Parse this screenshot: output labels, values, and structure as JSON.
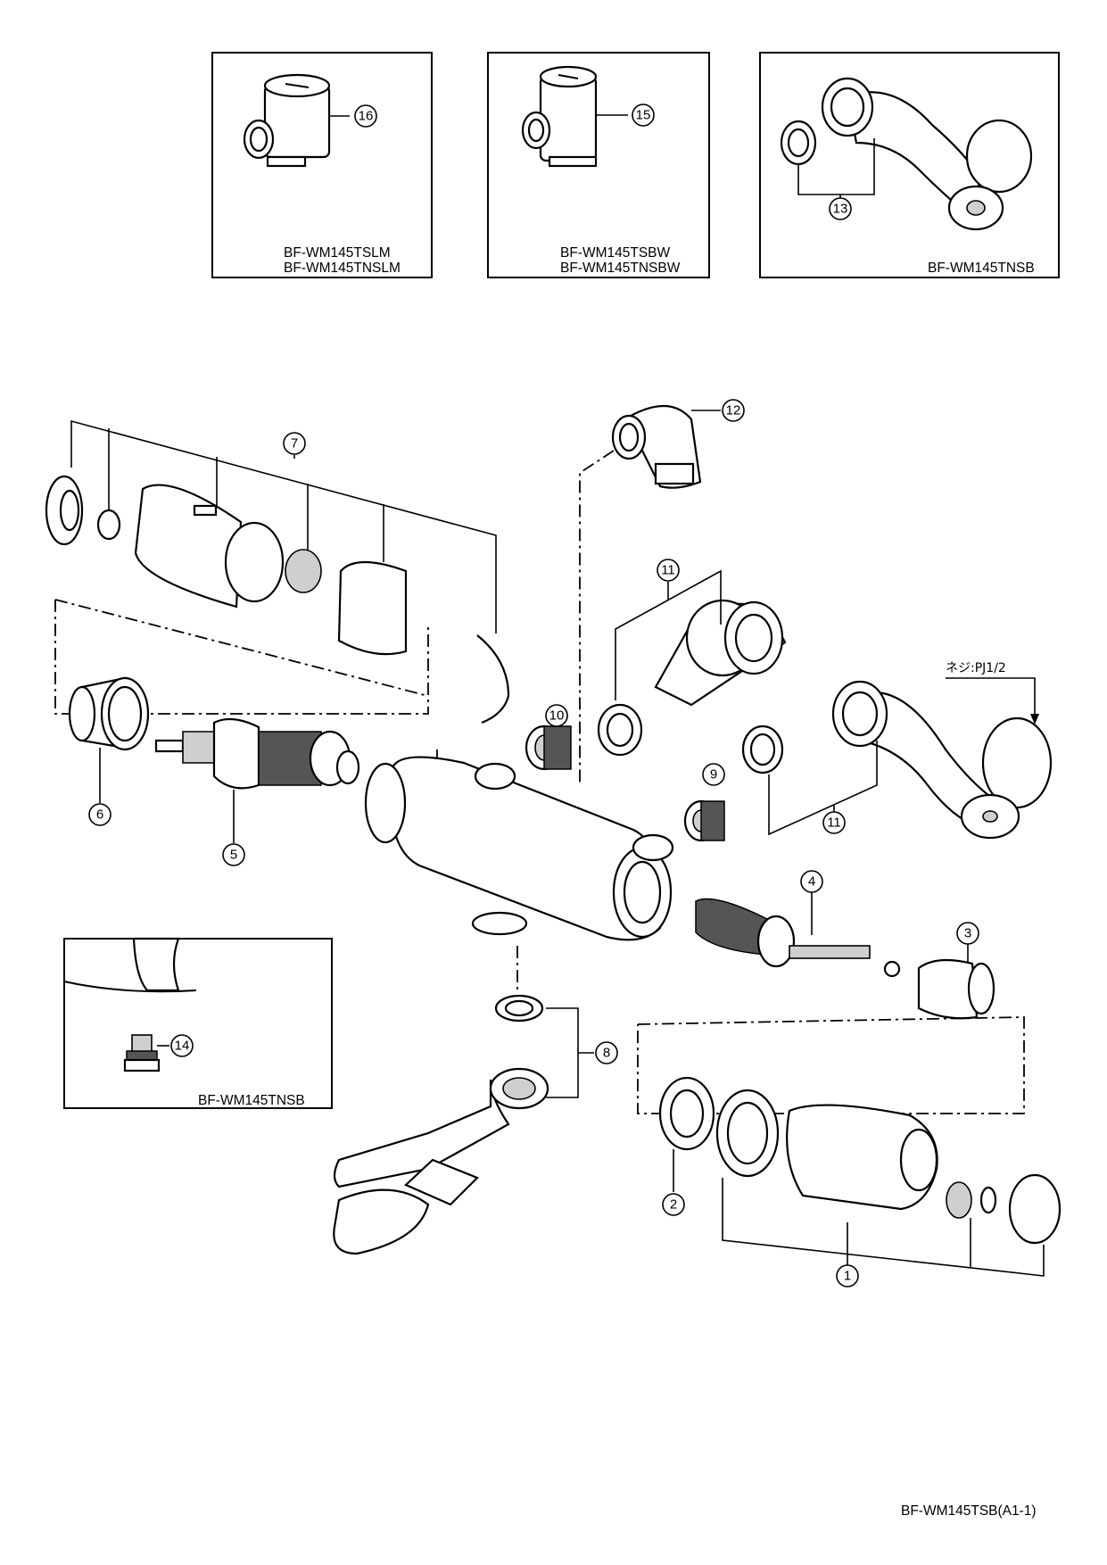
{
  "insets": [
    {
      "id": "inset-a",
      "callout": "16",
      "labels": [
        "BF-WM145TSLM",
        "BF-WM145TNSLM"
      ]
    },
    {
      "id": "inset-b",
      "callout": "15",
      "labels": [
        "BF-WM145TSBW",
        "BF-WM145TNSBW"
      ]
    },
    {
      "id": "inset-c",
      "callout": "13",
      "labels": [
        "BF-WM145TNSB"
      ]
    },
    {
      "id": "inset-d",
      "callout": "14",
      "labels": [
        "BF-WM145TNSB"
      ]
    }
  ],
  "callouts": [
    "1",
    "2",
    "3",
    "4",
    "5",
    "6",
    "7",
    "8",
    "9",
    "10",
    "11",
    "11",
    "12"
  ],
  "thread_note": "ネジ:PJ1/2",
  "footer_code": "BF-WM145TSB(A1-1)"
}
